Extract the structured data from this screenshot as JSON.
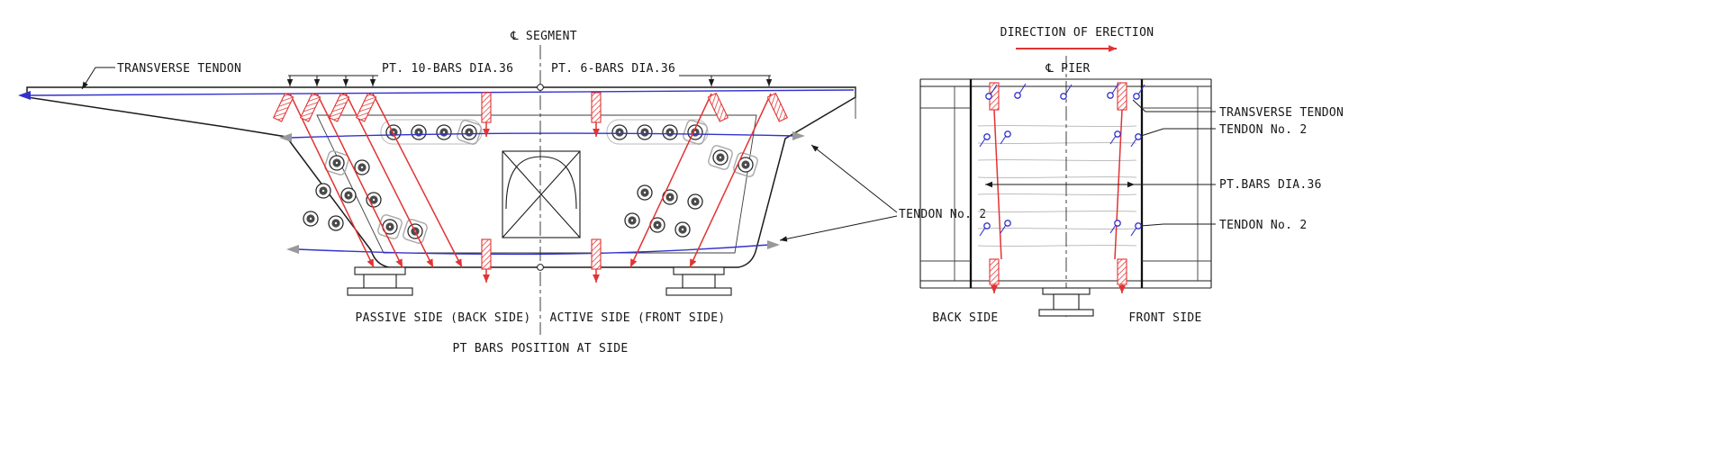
{
  "colors": {
    "ink": "#1c1c1c",
    "pt_bar_red": "#e23333",
    "tendon_blue": "#3333cc",
    "plate_gray": "#b8b8b8"
  },
  "section_view": {
    "cl_segment_label": "℄ SEGMENT",
    "transverse_tendon_label": "TRANSVERSE TENDON",
    "pt_10_bars_label": "PT. 10-BARS DIA.36",
    "pt_6_bars_label": "PT. 6-BARS DIA.36",
    "tendon_no2_label": "TENDON No. 2",
    "passive_side_label": "PASSIVE SIDE (BACK SIDE)",
    "active_side_label": "ACTIVE SIDE (FRONT SIDE)",
    "caption": "PT BARS POSITION AT SIDE"
  },
  "elevation_view": {
    "direction_of_erection_label": "DIRECTION OF ERECTION",
    "cl_pier_label": "℄ PIER",
    "transverse_tendon_label": "TRANSVERSE TENDON",
    "tendon_no2_upper_label": "TENDON No. 2",
    "pt_bars_label": "PT.BARS DIA.36",
    "tendon_no2_lower_label": "TENDON No. 2",
    "back_side_label": "BACK SIDE",
    "front_side_label": "FRONT SIDE"
  }
}
